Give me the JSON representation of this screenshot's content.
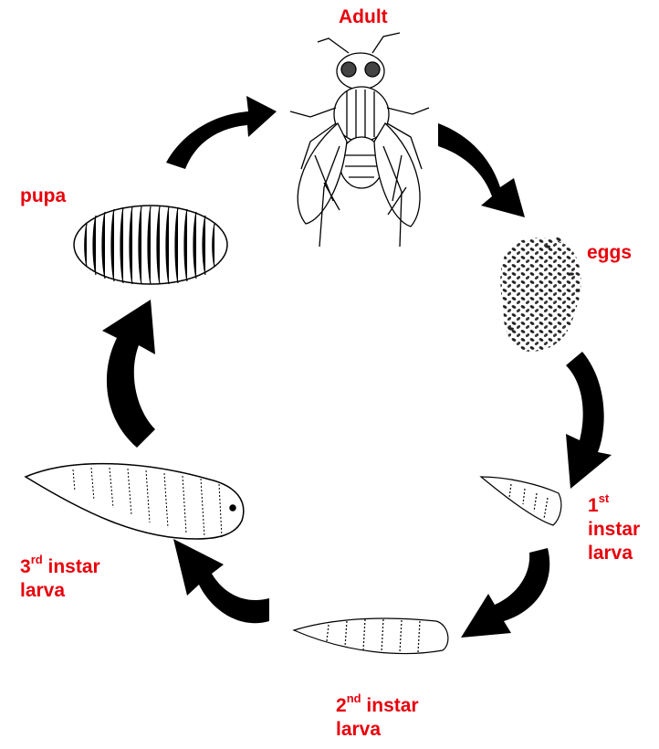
{
  "diagram": {
    "label_color": "#e8000b",
    "stages": {
      "adult": {
        "label": "Adult",
        "icon": "housefly-icon"
      },
      "eggs": {
        "label": "eggs",
        "icon": "egg-cluster-icon"
      },
      "larva1": {
        "num": "1",
        "sup": "st",
        "line1": "instar",
        "line2": "larva",
        "icon": "first-instar-larva-icon"
      },
      "larva2": {
        "num": "2",
        "sup": "nd",
        "rest": " instar",
        "line2": "larva",
        "icon": "second-instar-larva-icon"
      },
      "larva3": {
        "num": "3",
        "sup": "rd",
        "rest": " instar",
        "line2": "larva",
        "icon": "third-instar-larva-icon"
      },
      "pupa": {
        "label": "pupa",
        "icon": "pupa-icon"
      }
    }
  }
}
